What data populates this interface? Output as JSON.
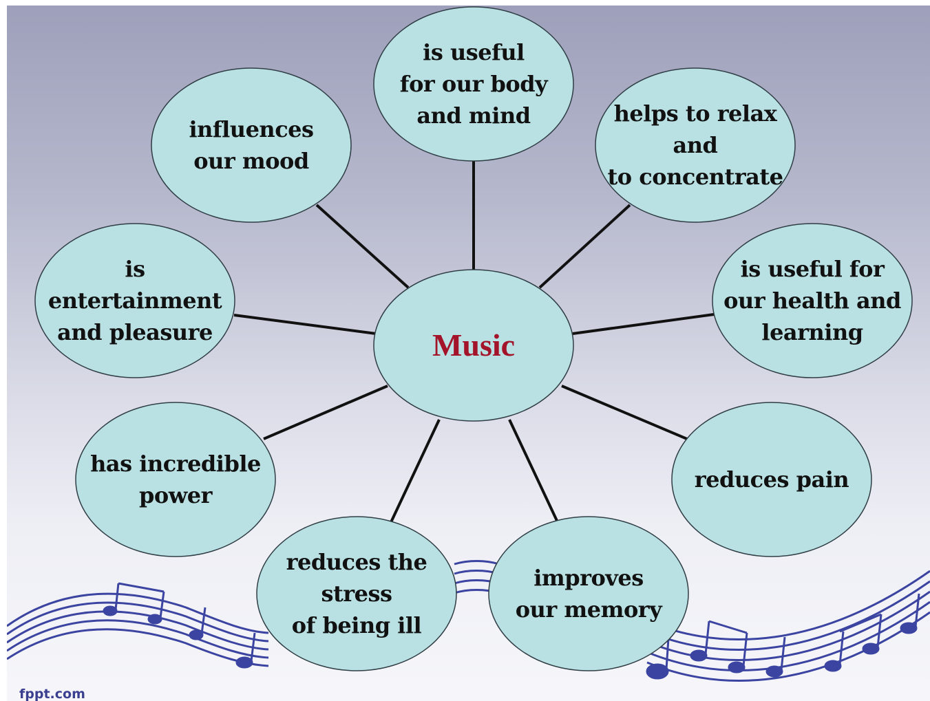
{
  "diagram": {
    "center": {
      "label": "Music"
    },
    "nodes": [
      {
        "id": "body-mind",
        "text": "is useful\nfor our body\nand mind"
      },
      {
        "id": "relax",
        "text": "helps to relax\nand\nto concentrate"
      },
      {
        "id": "health",
        "text": "is useful for\nour health and\nlearning"
      },
      {
        "id": "pain",
        "text": "reduces pain"
      },
      {
        "id": "memory",
        "text": "improves\nour memory"
      },
      {
        "id": "stress",
        "text": "reduces the stress\nof being ill"
      },
      {
        "id": "power",
        "text": "has incredible\npower"
      },
      {
        "id": "entertainment",
        "text": "is entertainment\nand pleasure"
      },
      {
        "id": "mood",
        "text": "influences\nour mood"
      }
    ]
  },
  "footer": {
    "brand": "fppt.com"
  },
  "colors": {
    "bubble_fill": "#b9e1e3",
    "bubble_stroke": "#2f3d44",
    "center_text": "#a3132a",
    "staff": "#3b44a0"
  }
}
